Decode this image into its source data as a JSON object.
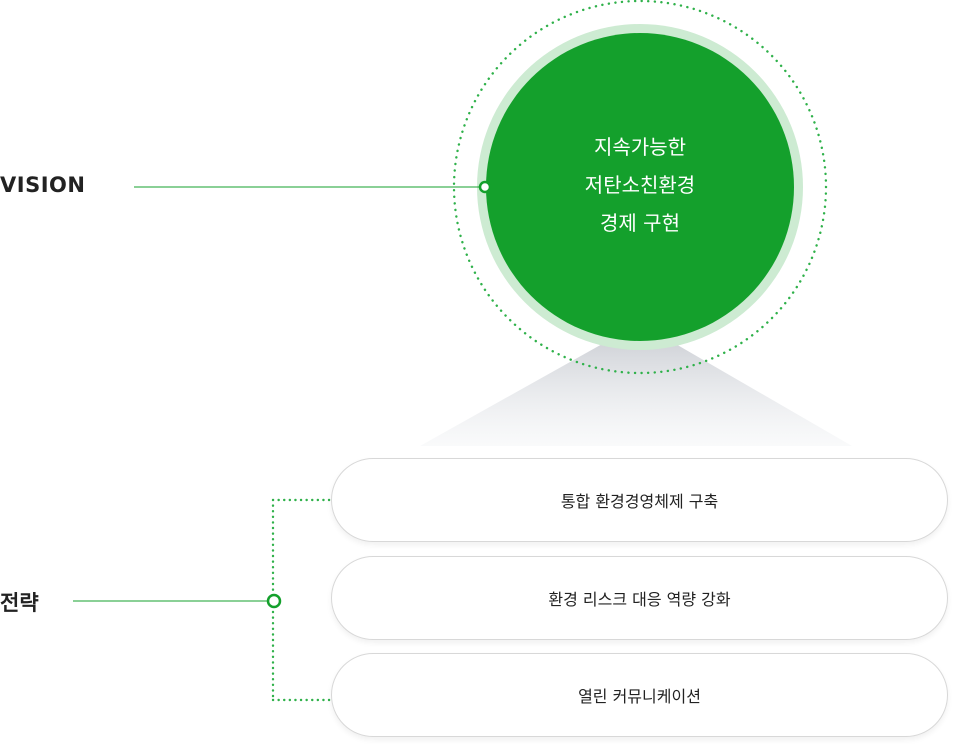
{
  "vision": {
    "label": "VISION",
    "lines": [
      "지속가능한",
      "저탄소친환경",
      "경제 구현"
    ]
  },
  "strategy": {
    "label": "전략",
    "items": [
      {
        "label": "통합 환경경영체제 구축"
      },
      {
        "label": "환경 리스크 대응 역량 강화"
      },
      {
        "label": "열린 커뮤니케이션"
      }
    ]
  },
  "colors": {
    "primary_green": "#14a02c",
    "halo_green": "#cdebd2",
    "dot_green": "#2fb14a"
  }
}
